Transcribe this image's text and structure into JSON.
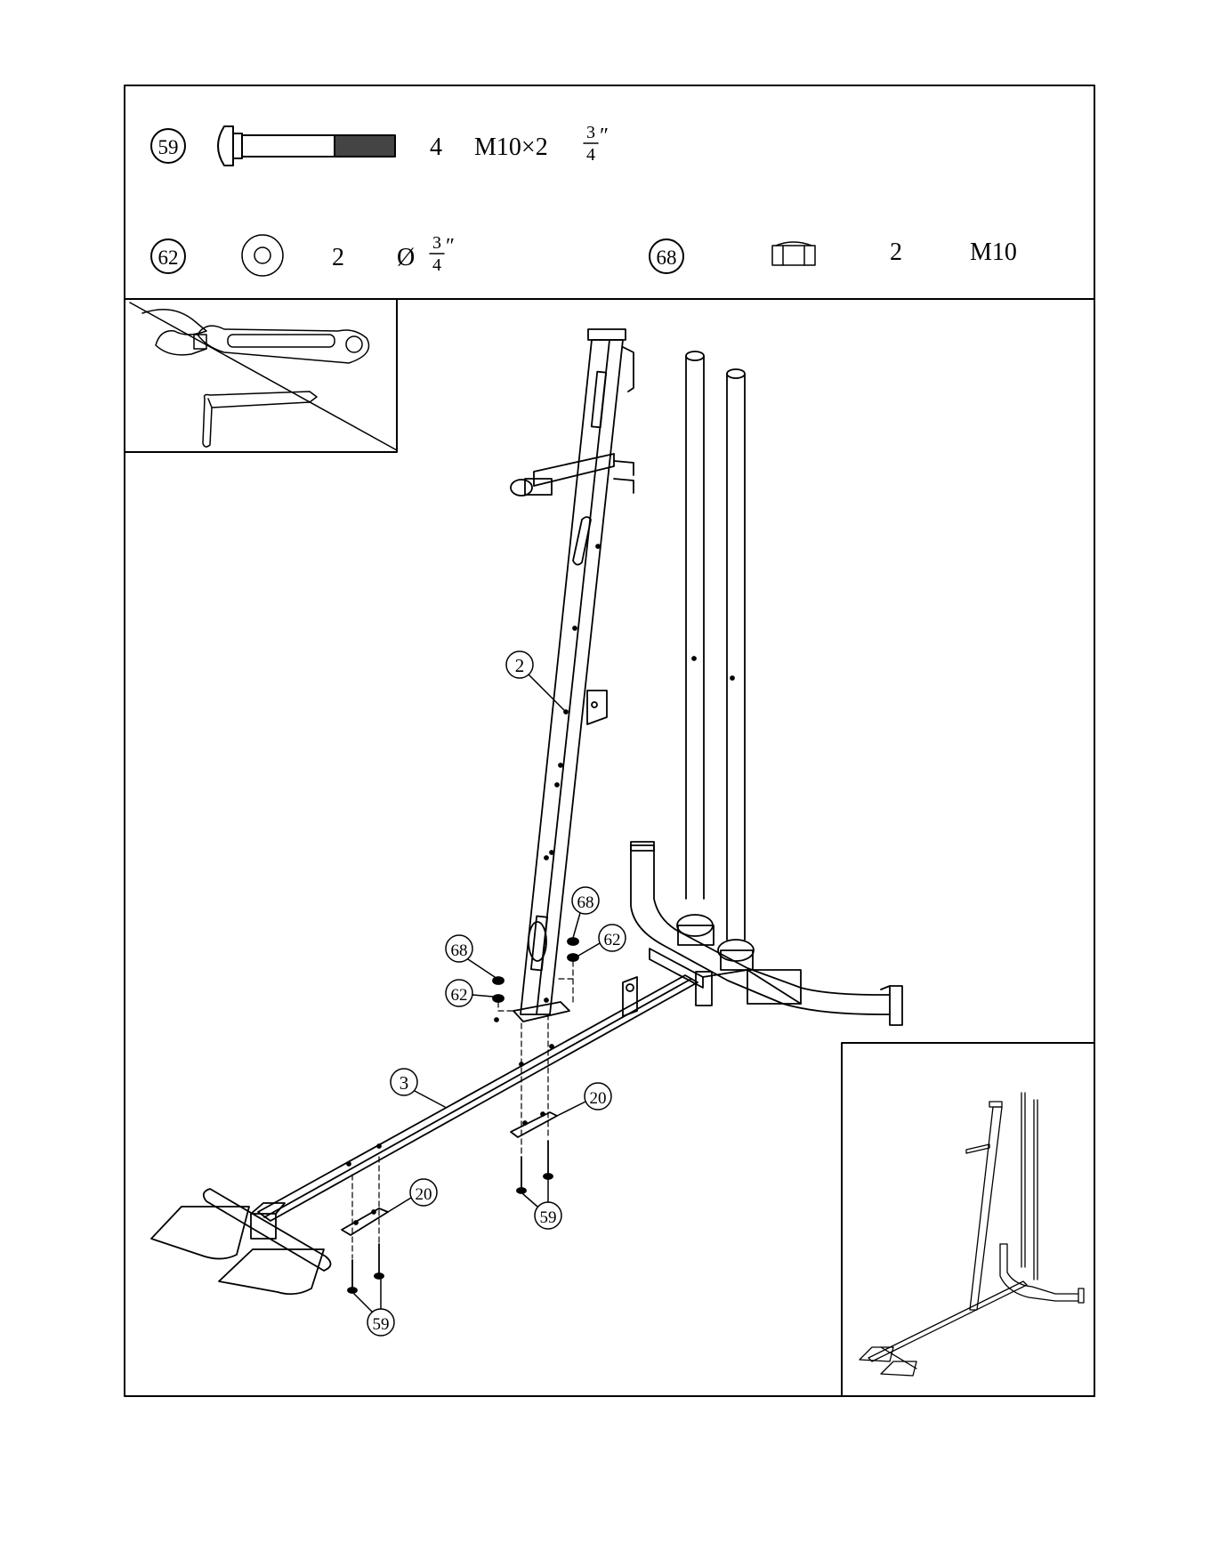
{
  "hardware": {
    "bolt": {
      "part": "59",
      "qty": "4",
      "spec": "M10×2",
      "frac_num": "3",
      "frac_den": "4",
      "unit": "″"
    },
    "washer": {
      "part": "62",
      "qty": "2",
      "spec": "Ø",
      "frac_num": "3",
      "frac_den": "4",
      "unit": "″"
    },
    "nut": {
      "part": "68",
      "qty": "2",
      "spec": "M10"
    }
  },
  "callouts": {
    "upright": "2",
    "base": "3",
    "nut_left": "68",
    "nut_right": "68",
    "washer_left": "62",
    "washer_right": "62",
    "plate_front": "20",
    "plate_rear": "20",
    "bolts_front": "59",
    "bolts_rear": "59"
  },
  "icons": {
    "tools": [
      "wrench-icon",
      "allen-key-icon"
    ]
  }
}
